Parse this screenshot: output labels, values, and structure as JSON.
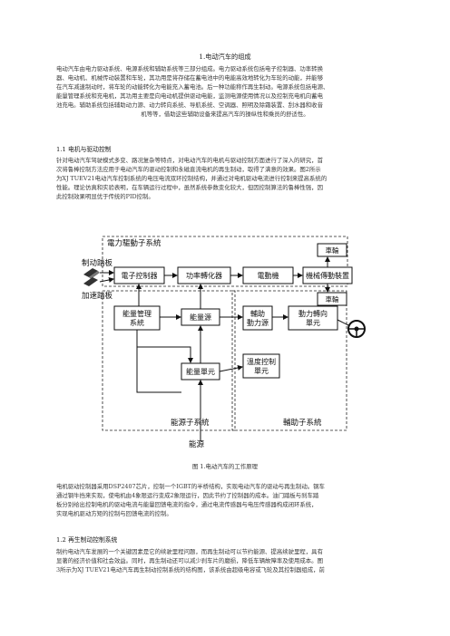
{
  "doc": {
    "title": "1.电动汽车的组成",
    "p1": [
      "电动汽车由电力驱动系统、电源系统和辅助系统等三部分组成。电力驱动系统包括电子控制器、功率转换",
      "器、电动机、机械传动装置和车轮，其功用是将存储在蓄电池中的电能高效地转化为车轮的动能，并能够",
      "在汽车减速制动时，将车轮的动能转化为电能充入蓄电池。后一种功能称作再生制动。电源系统包括电源、",
      "能量管理系统和充电机，其功用主要是向电动机提供驱动电能，监测电源使用情况以及控制充电机向蓄电",
      "池充电。辅助系统包括辅助动力源、动力转向系统、导航系统、空调器、照明及除霜装置、刮水器和收音",
      "机等等，借助这些辅助设备来提高汽车的操纵性和乘员的舒适性。"
    ],
    "h11": "1.1 电机与驱动控制",
    "p2": [
      "针对电动汽车驾驶模式多变、路况复杂等特点，对电动汽车的电机与驱动控制方面进行了深入的研究，首",
      "次将鲁棒控制方法应用于电动汽车的驱动控制和永磁直流电机的再生制动，取得了满意的效果。图2所示",
      "为XJ TUEV21电动汽车控制系统的电压电流双环控制结构，并通过对电机驱动电流进行控制来提高系统的",
      "性能。理论仿真和实验表明，在车辆运行过程中，虽然系统参数变化较大，但因控制算法的鲁棒性强，因",
      "此控制效果明显优于传统的PID控制。"
    ],
    "figure": {
      "labels": {
        "brake_pedal": "制动踏板",
        "accel_pedal": "加速踏板",
        "power_drive_system": "電力驅動子系統",
        "electronic_controller": "電子控制器",
        "power_converter": "功率轉化器",
        "motor": "電動機",
        "mech_transmission": "機械傳動裝置",
        "wheel_top": "車輪",
        "wheel_bottom": "車輪",
        "energy_mgmt_line1": "能量管理",
        "energy_mgmt_line2": "系統",
        "energy_source": "能量源",
        "aux_power_line1": "輔助",
        "aux_power_line2": "動力源",
        "power_steering_line1": "動力轉向",
        "power_steering_line2": "單元",
        "energy_unit": "能量單元",
        "temp_control_line1": "溫度控制",
        "temp_control_line2": "單元",
        "energy_subsystem": "能源子系統",
        "aux_subsystem": "輔助子系統",
        "energy_input": "能源"
      }
    },
    "fig_caption": "图 1.电动汽车的工作原理",
    "p3": [
      "电机驱动控制器采用DSP2407芯片，控制一个IGBT的半桥结构，实现电动汽车的驱动与再生制动。钢车",
      "通过钢牛挡来实现，使电机由4象限运行变成2象限运行，因此节约了控制器的成本。油门踏板与刹车踏",
      "板分别给出控制电机的驱动电流与能量回馈电流的指令，通过电流传感器与电压传感器构成闭环系统，",
      "实现电机驱动方矩的控制与回馈电流的控制。"
    ],
    "h12": "1.2 再生制动控制系统",
    "p4": [
      "制约电动汽车发展的一个关键因素是它的续驶里程问题，而再生制动可以节约能源、提高续驶里程，具有",
      "显著的经济价值和社会效益。同时，再生制动还可以减少刹车片的磨损，降低车辆故障率及使用成本。图",
      "3所示为XJ TUEV21电动汽车再生制动控制系统的结构图，该系统由超级电容或飞轮及其控制器组成，前"
    ]
  }
}
